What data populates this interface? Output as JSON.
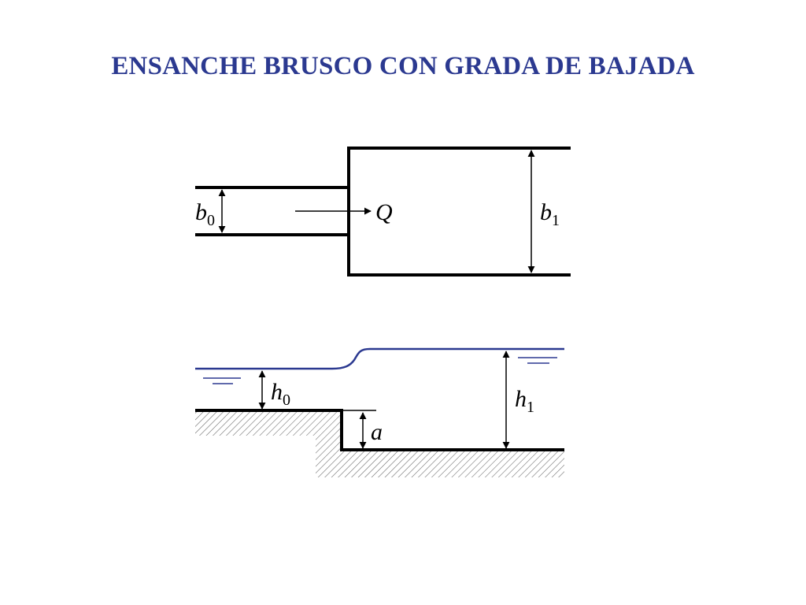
{
  "title": "ENSANCHE BRUSCO CON GRADA DE BAJADA",
  "labels": {
    "b0": {
      "main": "b",
      "sub": "0"
    },
    "b1": {
      "main": "b",
      "sub": "1"
    },
    "q": "Q",
    "h0": {
      "main": "h",
      "sub": "0"
    },
    "h1": {
      "main": "h",
      "sub": "1"
    },
    "a": "a"
  },
  "colors": {
    "title": "#2b3990",
    "water": "#2b3990",
    "lines": "#000000",
    "hatch": "#666666"
  }
}
